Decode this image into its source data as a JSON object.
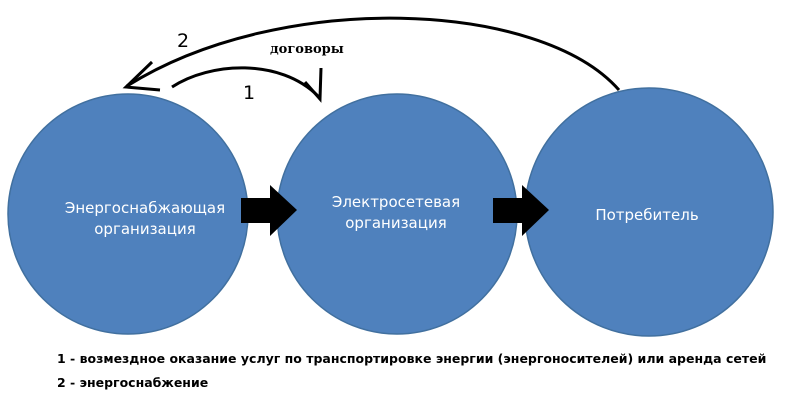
{
  "nodes": [
    {
      "line1": "Энергоснабжающая",
      "line2": "организация"
    },
    {
      "line1": "Электросетевая",
      "line2": "организация"
    },
    {
      "line1": "Потребитель"
    }
  ],
  "connections": {
    "label_1": "1",
    "label_2": "2",
    "contracts": "договоры"
  },
  "legend": {
    "item1": "1 - возмездное оказание услуг по транспортировке энергии (энергоносителей) или аренда сетей",
    "item2": "2 - энергоснабжение"
  },
  "colors": {
    "circle_fill": "#4f81bd",
    "circle_stroke": "#41709f",
    "arrow": "#000000"
  }
}
